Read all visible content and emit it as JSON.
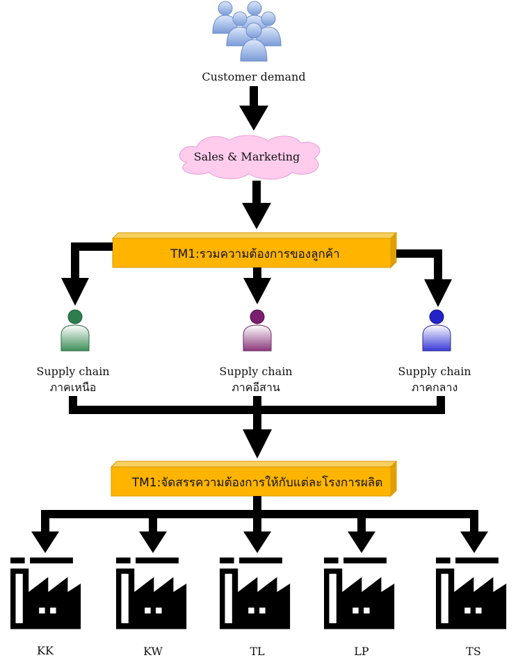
{
  "customer": {
    "label": "Customer demand",
    "icon": "users-group-icon"
  },
  "sales": {
    "label": "Sales & Marketing",
    "fill": "#ffccee",
    "stroke": "#e69bd0"
  },
  "tm1_collect": {
    "label": "TM1:รวมความต้องการของลูกค้า",
    "fill": "#ffb400",
    "top_fill": "#f7d060"
  },
  "supply_chains": [
    {
      "line1": "Supply chain",
      "line2": "ภาคเหนือ",
      "icon": "person-icon",
      "color": "#2e7d4f"
    },
    {
      "line1": "Supply chain",
      "line2": "ภาคอีสาน",
      "icon": "person-icon",
      "color": "#7a1f6e"
    },
    {
      "line1": "Supply chain",
      "line2": "ภาคกลาง",
      "icon": "person-icon",
      "color": "#2323c8"
    }
  ],
  "tm1_allocate": {
    "label": "TM1:จัดสรรความต้องการให้กับแต่ละโรงการผลิต",
    "fill": "#ffb400",
    "top_fill": "#f7d060"
  },
  "factories": [
    {
      "label": "KK",
      "icon": "factory-icon"
    },
    {
      "label": "KW",
      "icon": "factory-icon"
    },
    {
      "label": "TL",
      "icon": "factory-icon"
    },
    {
      "label": "LP",
      "icon": "factory-icon"
    },
    {
      "label": "TS",
      "icon": "factory-icon"
    }
  ]
}
